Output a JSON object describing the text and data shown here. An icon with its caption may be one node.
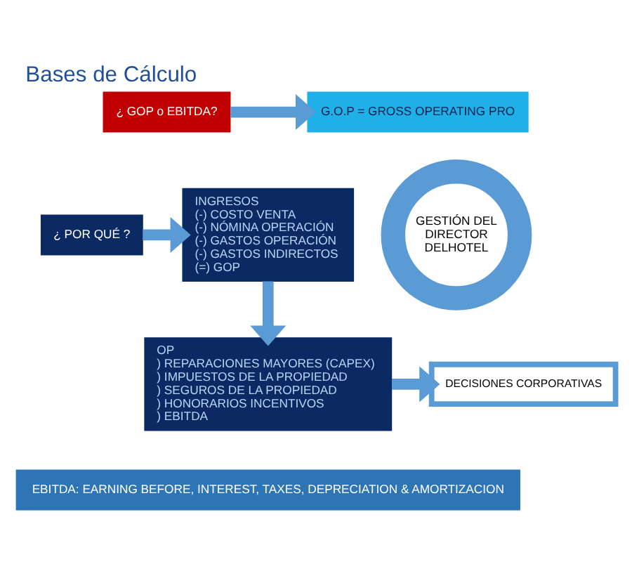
{
  "diagram": {
    "title": "Bases de Cálculo",
    "nodes": [
      {
        "text": [
          "¿ GOP o EBITDA?"
        ]
      },
      {
        "text": [
          "G.O.P = GROSS OPERATING PRO"
        ]
      },
      {
        "text": [
          "¿ POR QUÉ ?"
        ]
      },
      {
        "text": [
          "INGRESOS",
          "(-) COSTO VENTA",
          "(-) NÓMINA OPERACIÓN",
          "(-) GASTOS OPERACIÓN",
          "(-) GASTOS INDIRECTOS",
          "(=) GOP"
        ]
      },
      {
        "text": [
          "GESTIÓN DEL DIRECTOR DELHOTEL"
        ]
      },
      {
        "text": [
          "OP",
          ") REPARACIONES MAYORES (CAPEX)",
          ") IMPUESTOS DE LA PROPIEDAD",
          ") SEGUROS DE LA PROPIEDAD",
          ") HONORARIOS INCENTIVOS",
          ") EBITDA"
        ]
      },
      {
        "text": [
          "DECISIONES CORPORATIVAS"
        ]
      },
      {
        "text": [
          "EBITDA: EARNING BEFORE, INTEREST, TAXES, DEPRECIATION & AMORTIZACION"
        ]
      }
    ],
    "edges": [
      {
        "from": 0,
        "to": 1,
        "arrow": "to"
      },
      {
        "from": 2,
        "to": 3,
        "arrow": "to"
      },
      {
        "from": 3,
        "to": 5,
        "arrow": "to"
      },
      {
        "from": 5,
        "to": 6,
        "arrow": "to"
      }
    ]
  }
}
